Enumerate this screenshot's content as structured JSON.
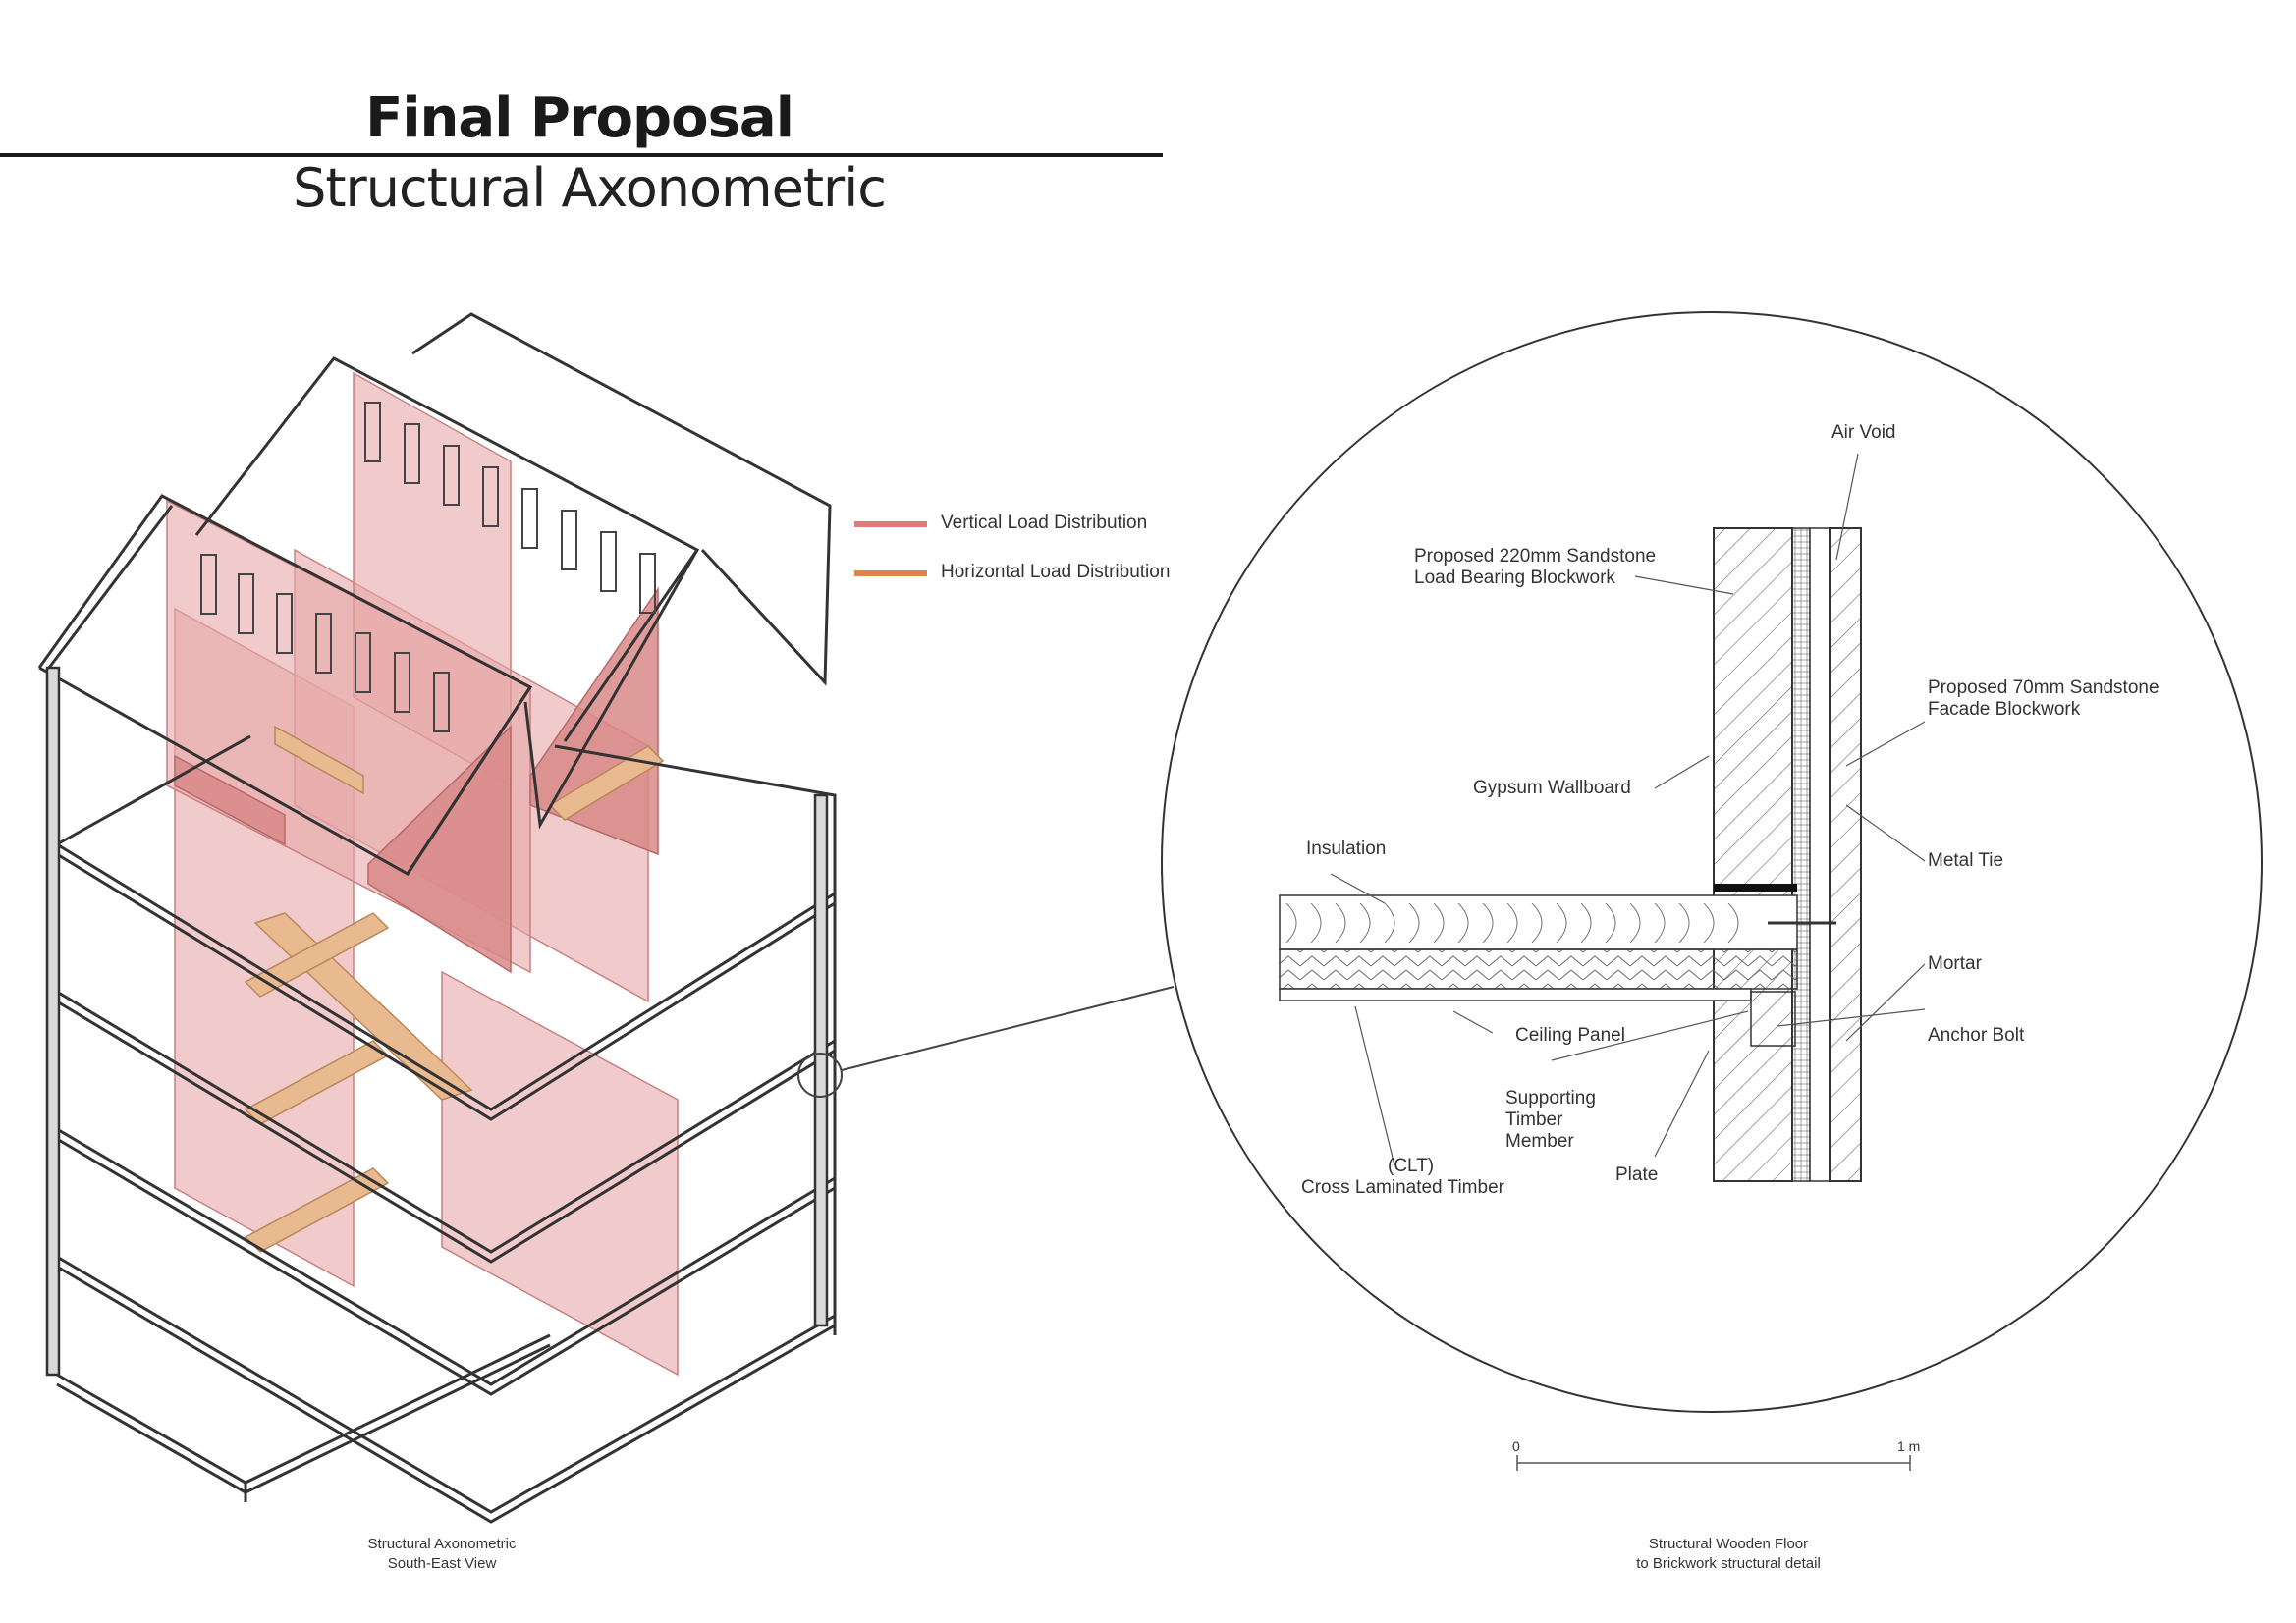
{
  "header": {
    "title": "Final Proposal",
    "subtitle": "Structural Axonometric"
  },
  "legend": [
    {
      "label": "Vertical Load Distribution",
      "color": "#e07b7b"
    },
    {
      "label": "Horizontal Load Distribution",
      "color": "#e0844a"
    }
  ],
  "detail_labels": {
    "air_void": "Air Void",
    "sandstone_220_line1": "Proposed 220mm Sandstone",
    "sandstone_220_line2": "Load Bearing Blockwork",
    "sandstone_70_line1": "Proposed 70mm Sandstone",
    "sandstone_70_line2": "Facade Blockwork",
    "gypsum": "Gypsum Wallboard",
    "insulation": "Insulation",
    "metal_tie": "Metal Tie",
    "mortar": "Mortar",
    "ceiling_panel": "Ceiling Panel",
    "anchor_bolt": "Anchor Bolt",
    "supporting_line1": "Supporting",
    "supporting_line2": "Timber",
    "supporting_line3": "Member",
    "clt_line1": "(CLT)",
    "clt_line2": "Cross Laminated Timber",
    "plate": "Plate"
  },
  "scale_bar": {
    "start": "0",
    "end": "1 m"
  },
  "captions": {
    "left_line1": "Structural Axonometric",
    "left_line2": "South-East View",
    "right_line1": "Structural Wooden Floor",
    "right_line2": "to Brickwork structural detail"
  },
  "colors": {
    "pink_fill": "#e8a9a9",
    "pink_dark": "#d98888",
    "orange_beam": "#e9b98f",
    "line": "#333333"
  }
}
